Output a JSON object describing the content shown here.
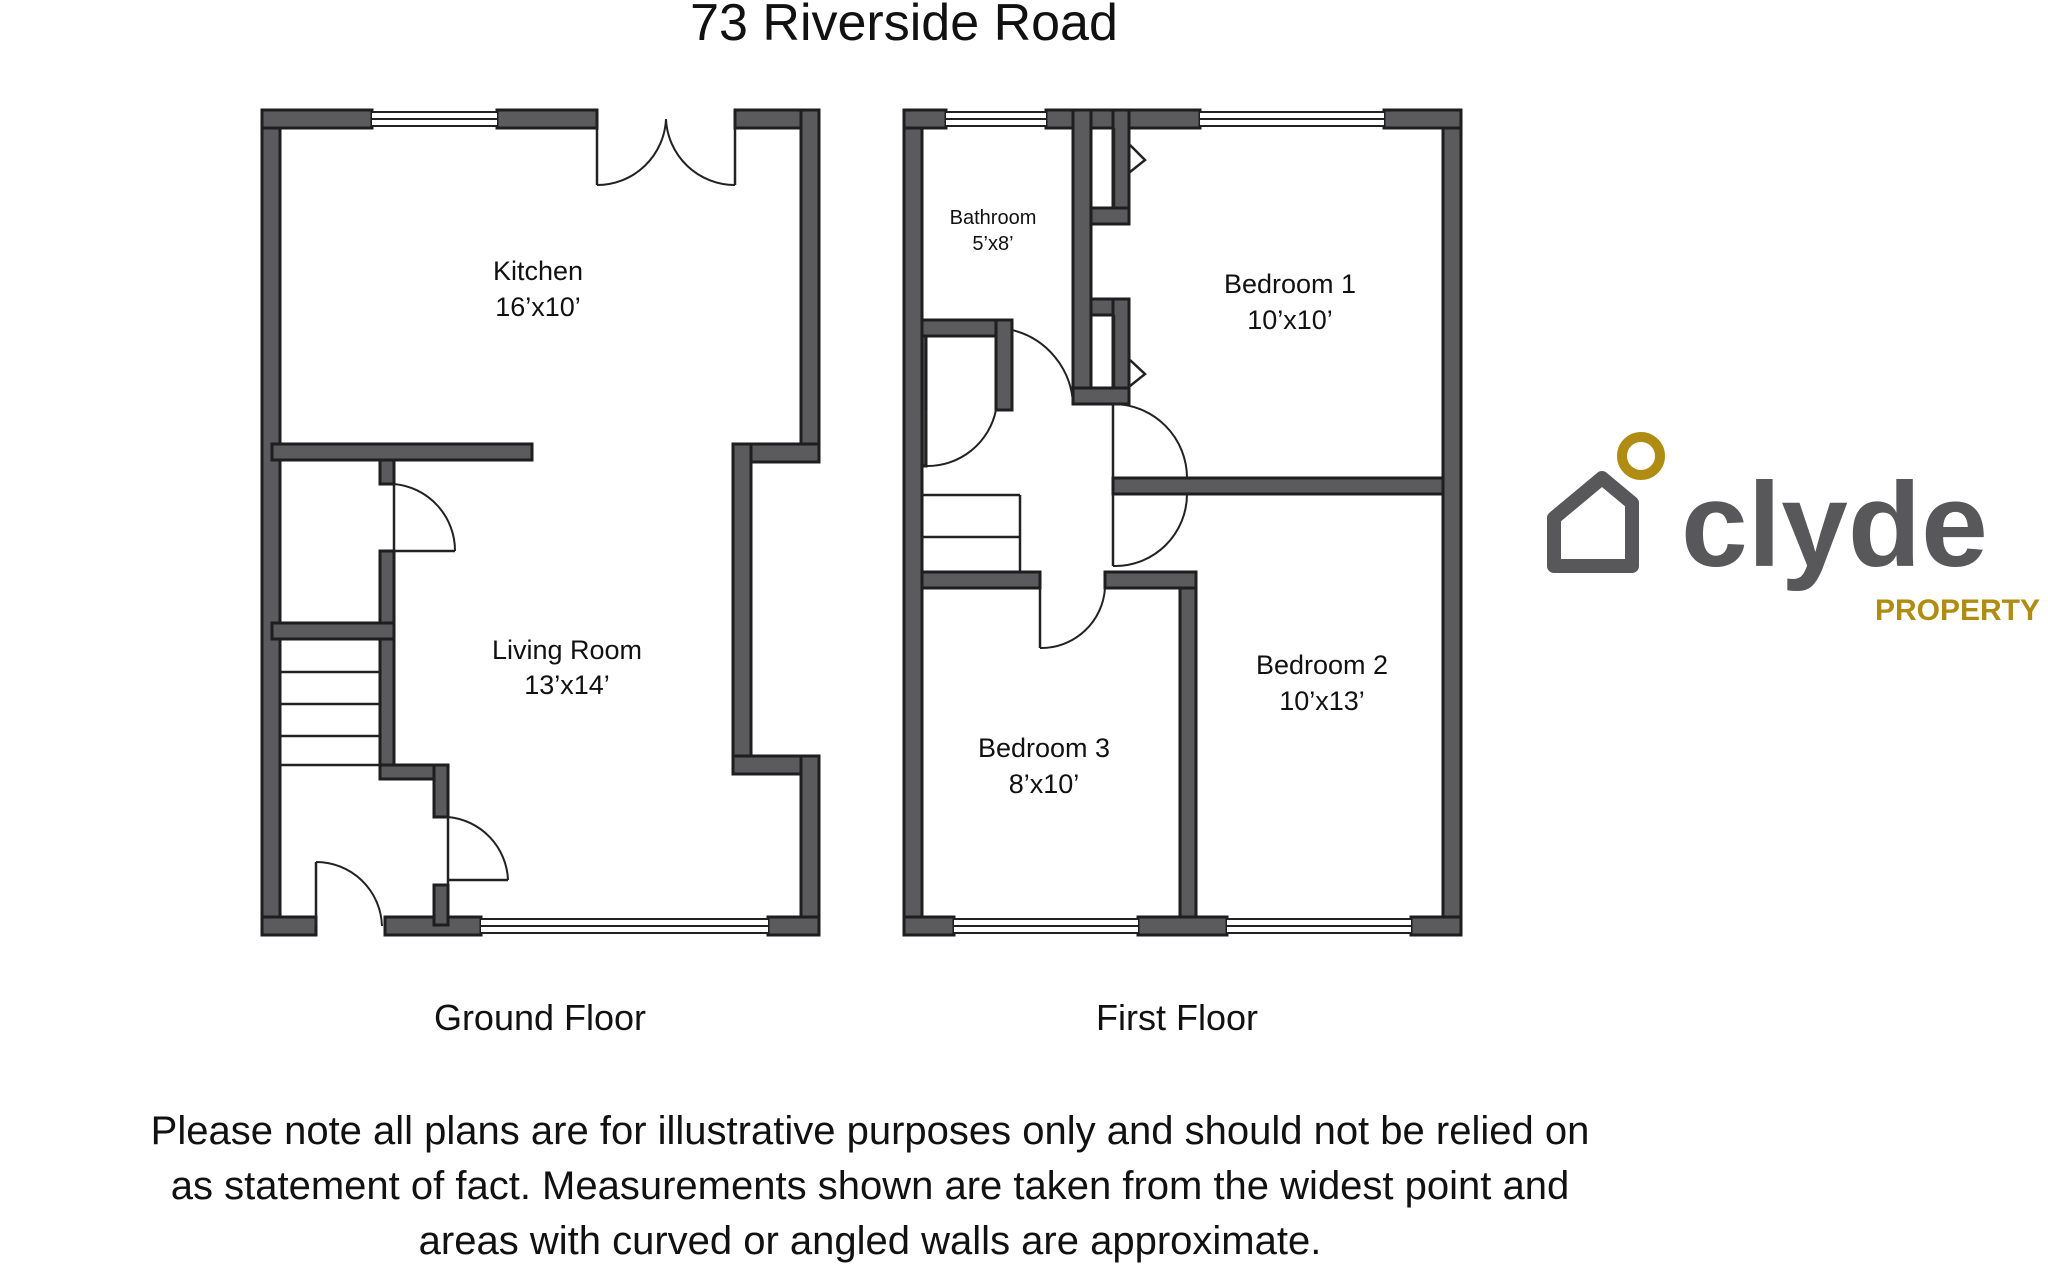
{
  "title": "73 Riverside Road",
  "floors": {
    "ground": {
      "label": "Ground Floor",
      "rooms": {
        "kitchen": {
          "name": "Kitchen",
          "size": "16’x10’"
        },
        "living_room": {
          "name": "Living Room",
          "size": "13’x14’"
        }
      }
    },
    "first": {
      "label": "First Floor",
      "rooms": {
        "bathroom": {
          "name": "Bathroom",
          "size": "5’x8’"
        },
        "bedroom1": {
          "name": "Bedroom 1",
          "size": "10’x10’"
        },
        "bedroom2": {
          "name": "Bedroom 2",
          "size": "10’x13’"
        },
        "bedroom3": {
          "name": "Bedroom 3",
          "size": "8’x10’"
        }
      }
    }
  },
  "logo": {
    "name": "clyde",
    "tagline": "PROPERTY",
    "colors": {
      "text": "#58585a",
      "accent": "#b08d12"
    }
  },
  "disclaimer": {
    "line1": "Please note all plans are for illustrative purposes only and should not be relied on",
    "line2": "as statement of fact. Measurements shown are taken from the widest point and",
    "line3": "areas with curved or angled walls are approximate."
  },
  "colors": {
    "wall": "#5b5b5d",
    "outline": "#1e1e1e"
  }
}
